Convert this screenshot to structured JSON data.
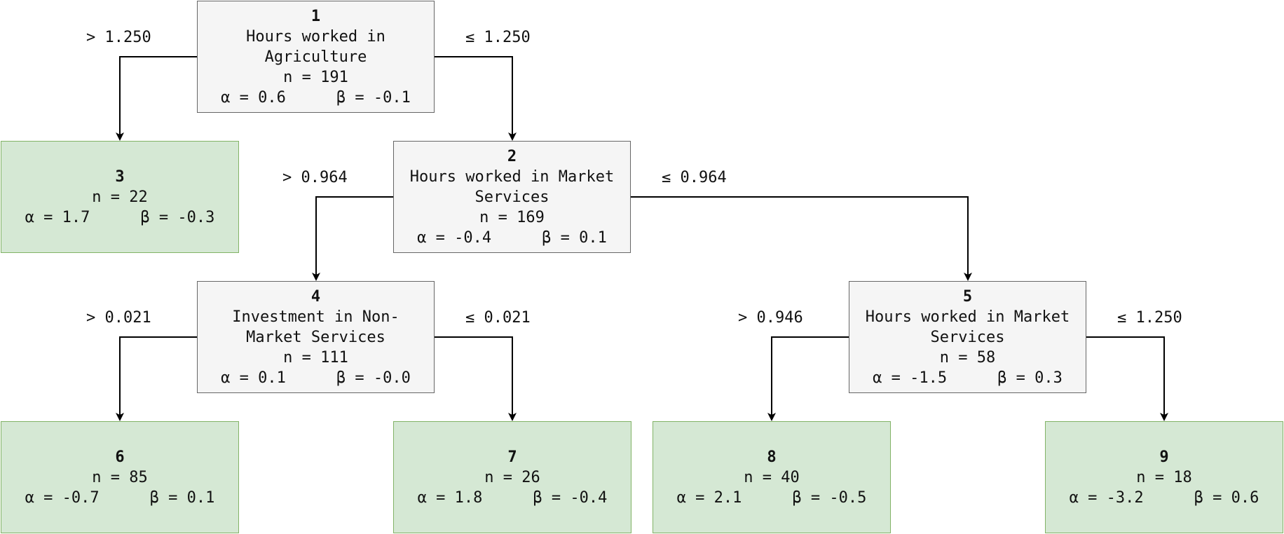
{
  "nodes": [
    {
      "id": "1",
      "feature": "Hours worked in Agriculture",
      "n": "n = 191",
      "alpha": "α = 0.6",
      "beta": "β = -0.1"
    },
    {
      "id": "2",
      "feature": "Hours worked in Market Services",
      "n": "n = 169",
      "alpha": "α = -0.4",
      "beta": "β = 0.1"
    },
    {
      "id": "3",
      "n": "n = 22",
      "alpha": "α = 1.7",
      "beta": "β = -0.3"
    },
    {
      "id": "4",
      "feature": "Investment in Non-Market Services",
      "n": "n = 111",
      "alpha": "α = 0.1",
      "beta": "β = -0.0"
    },
    {
      "id": "5",
      "feature": "Hours worked in Market Services",
      "n": "n = 58",
      "alpha": "α = -1.5",
      "beta": "β = 0.3"
    },
    {
      "id": "6",
      "n": "n = 85",
      "alpha": "α = -0.7",
      "beta": "β = 0.1"
    },
    {
      "id": "7",
      "n": "n = 26",
      "alpha": "α = 1.8",
      "beta": "β = -0.4"
    },
    {
      "id": "8",
      "n": "n = 40",
      "alpha": "α = 2.1",
      "beta": "β = -0.5"
    },
    {
      "id": "9",
      "n": "n = 18",
      "alpha": "α = -3.2",
      "beta": "β = 0.6"
    }
  ],
  "edges": [
    {
      "from": "1",
      "to": "3",
      "label": "> 1.250"
    },
    {
      "from": "1",
      "to": "2",
      "label": "≤ 1.250"
    },
    {
      "from": "2",
      "to": "4",
      "label": "> 0.964"
    },
    {
      "from": "2",
      "to": "5",
      "label": "≤ 0.964"
    },
    {
      "from": "4",
      "to": "6",
      "label": "> 0.021"
    },
    {
      "from": "4",
      "to": "7",
      "label": "≤ 0.021"
    },
    {
      "from": "5",
      "to": "8",
      "label": "> 0.946"
    },
    {
      "from": "5",
      "to": "9",
      "label": "≤ 1.250"
    }
  ],
  "colors": {
    "split_fill": "#f5f5f5",
    "split_border": "#666666",
    "leaf_fill": "#d5e8d4",
    "leaf_border": "#82b366",
    "edge": "#000000"
  }
}
